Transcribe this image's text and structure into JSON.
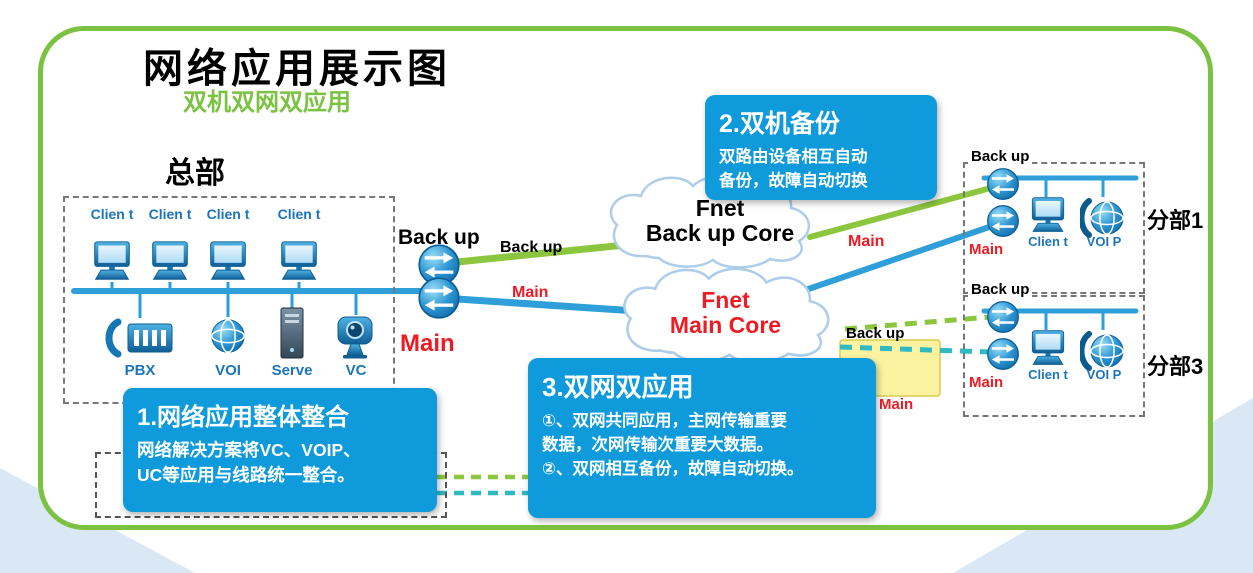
{
  "title": "网络应用展示图",
  "subtitle": "双机双网双应用",
  "hq": {
    "name": "总部",
    "client_label": "Clien t",
    "device_pbx": "PBX",
    "device_voip": "VOI",
    "device_server": "Serve",
    "device_vc": "VC",
    "router_backup": "Back up",
    "router_main": "Main"
  },
  "links": {
    "trunk_backup": "Back up",
    "trunk_main": "Main",
    "branch1_main": "Main",
    "branch3_backup": "Back up",
    "branch3_main": "Main"
  },
  "clouds": {
    "backup": {
      "line1": "Fnet",
      "line2": "Back up Core"
    },
    "main": {
      "line1": "Fnet",
      "line2": "Main Core"
    }
  },
  "callouts": {
    "c1": {
      "title": "1.网络应用整体整合",
      "body": "网络解决方案将VC、VOIP、\nUC等应用与线路统一整合。"
    },
    "c2": {
      "title": "2.双机备份",
      "body": "双路由设备相互自动\n备份，故障自动切换"
    },
    "c3": {
      "title": "3.双网双应用",
      "body": "①、双网共同应用，主网传输重要\n数据，次网传输次重要大数据。\n②、双网相互备份，故障自动切换。"
    }
  },
  "branch1": {
    "name": "分部1",
    "backup": "Back up",
    "main": "Main",
    "client": "Clien t",
    "voip": "VOI P"
  },
  "branch3": {
    "name": "分部3",
    "backup": "Back up",
    "main": "Main",
    "client": "Clien t",
    "voip": "VOI P"
  },
  "colors": {
    "frame_green": "#7CC242",
    "line_green": "#8CC63F",
    "line_blue": "#2E9FD8",
    "line_teal": "#2FB9C0",
    "callout_blue": "#0F9ADB",
    "label_blue": "#1B75BC",
    "red": "#ED1C24",
    "highlight_yellow": "#FBF3A0"
  }
}
